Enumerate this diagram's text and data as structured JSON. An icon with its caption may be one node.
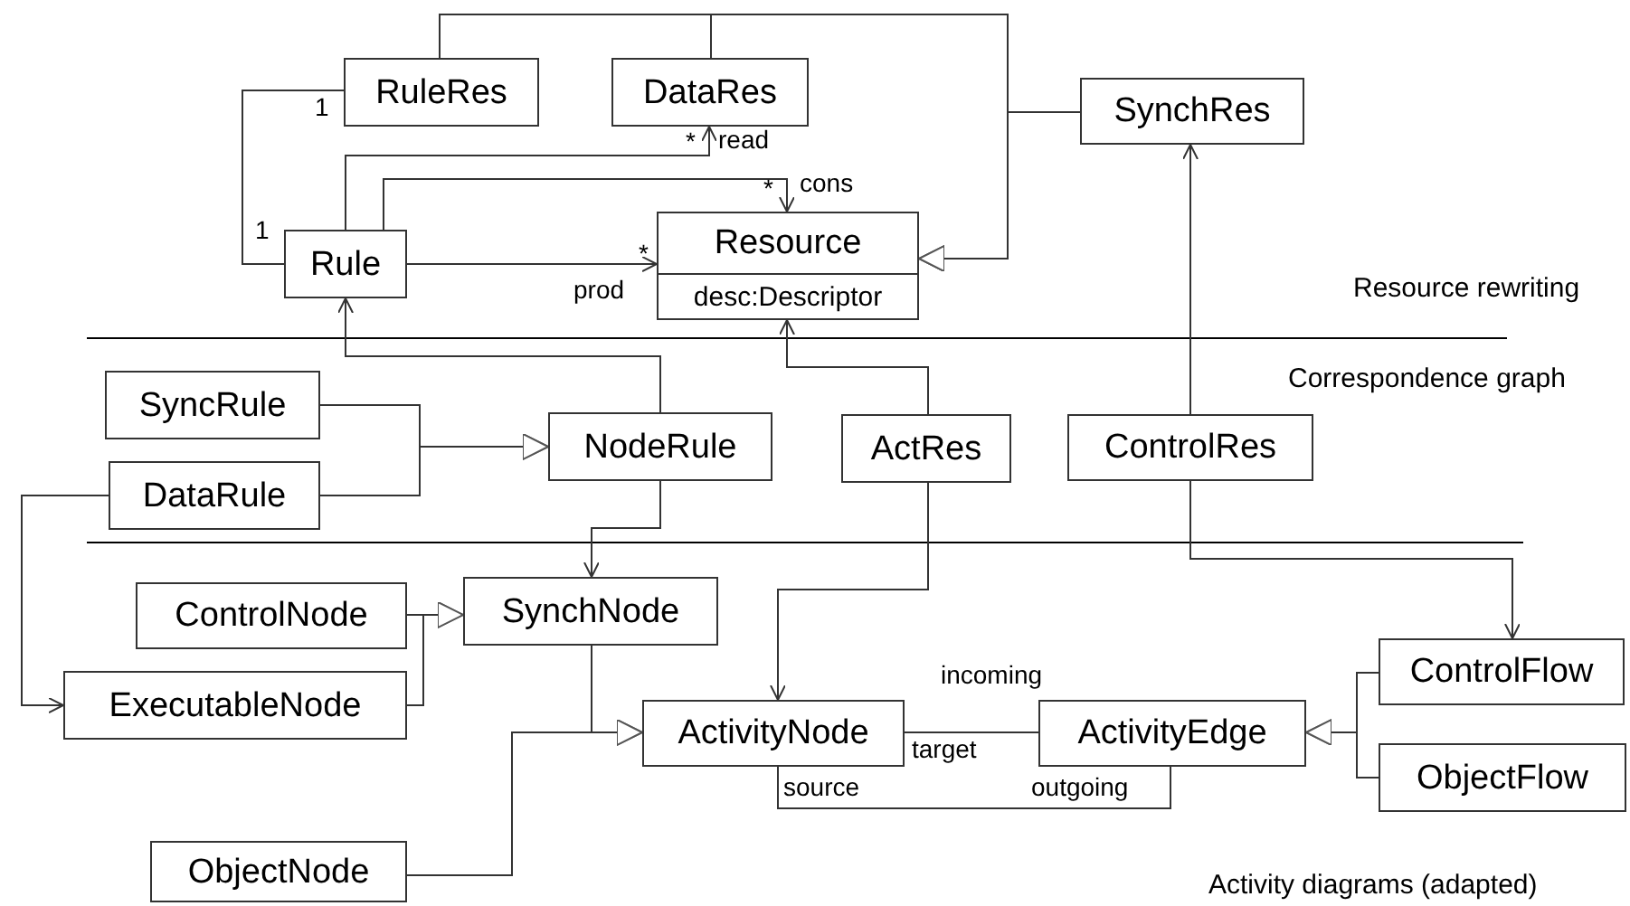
{
  "diagram": {
    "nodes": [
      {
        "text": [
          "RuleRes"
        ]
      },
      {
        "text": [
          "DataRes"
        ]
      },
      {
        "text": [
          "SynchRes"
        ]
      },
      {
        "text": [
          "Rule"
        ]
      },
      {
        "text": [
          "Resource",
          "desc:Descriptor"
        ]
      },
      {
        "text": [
          "SyncRule"
        ]
      },
      {
        "text": [
          "NodeRule"
        ]
      },
      {
        "text": [
          "DataRule"
        ]
      },
      {
        "text": [
          "ActRes"
        ]
      },
      {
        "text": [
          "ControlRes"
        ]
      },
      {
        "text": [
          "ControlNode"
        ]
      },
      {
        "text": [
          "SynchNode"
        ]
      },
      {
        "text": [
          "ExecutableNode"
        ]
      },
      {
        "text": [
          "ActivityNode"
        ]
      },
      {
        "text": [
          "ActivityEdge"
        ]
      },
      {
        "text": [
          "ControlFlow"
        ]
      },
      {
        "text": [
          "ObjectFlow"
        ]
      },
      {
        "text": [
          "ObjectNode"
        ]
      }
    ],
    "edges": [
      {
        "from": 0,
        "to": 3,
        "arrow": "none"
      },
      {
        "from": 3,
        "to": 1,
        "arrow": "to",
        "label": "read"
      },
      {
        "from": 3,
        "to": 4,
        "arrow": "to",
        "label": "cons"
      },
      {
        "from": 3,
        "to": 4,
        "arrow": "to",
        "label": "prod"
      },
      {
        "from": 0,
        "to": 4,
        "arrow": "to"
      },
      {
        "from": 1,
        "to": 4,
        "arrow": "to"
      },
      {
        "from": 2,
        "to": 4,
        "arrow": "to"
      },
      {
        "from": 6,
        "to": 3,
        "arrow": "to"
      },
      {
        "from": 8,
        "to": 4,
        "arrow": "to"
      },
      {
        "from": 9,
        "to": 2,
        "arrow": "to"
      },
      {
        "from": 5,
        "to": 6,
        "arrow": "to"
      },
      {
        "from": 7,
        "to": 6,
        "arrow": "to"
      },
      {
        "from": 6,
        "to": 11,
        "arrow": "to"
      },
      {
        "from": 7,
        "to": 12,
        "arrow": "to"
      },
      {
        "from": 10,
        "to": 11,
        "arrow": "to"
      },
      {
        "from": 12,
        "to": 11,
        "arrow": "to"
      },
      {
        "from": 11,
        "to": 13,
        "arrow": "to"
      },
      {
        "from": 17,
        "to": 13,
        "arrow": "to"
      },
      {
        "from": 8,
        "to": 13,
        "arrow": "to"
      },
      {
        "from": 9,
        "to": 15,
        "arrow": "to"
      },
      {
        "from": 13,
        "to": 14,
        "arrow": "none",
        "label": "target"
      },
      {
        "from": 13,
        "to": 14,
        "arrow": "none",
        "label": "source"
      },
      {
        "from": 15,
        "to": 14,
        "arrow": "to"
      },
      {
        "from": 16,
        "to": 14,
        "arrow": "to"
      }
    ],
    "labels": [
      "1",
      "*",
      "*",
      "1",
      "*",
      "Resource rewriting",
      "Correspondence graph",
      "incoming",
      "outgoing",
      "Activity diagrams (adapted)"
    ]
  }
}
